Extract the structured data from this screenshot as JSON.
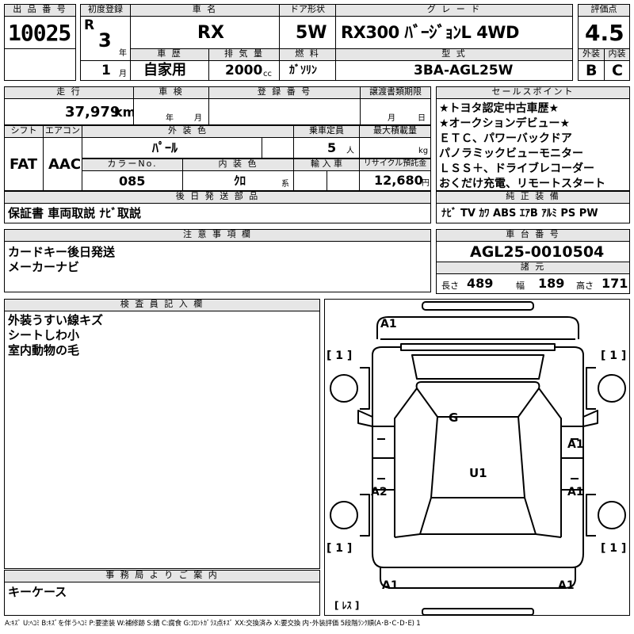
{
  "headers": {
    "lot_no": "出 品 番 号",
    "first_reg": "初度登録",
    "car_name": "車 名",
    "door": "ドア形状",
    "grade": "グ レ ー ド",
    "score": "評価点",
    "history": "車 歴",
    "displacement": "排 気 量",
    "fuel": "燃 料",
    "model": "型 式",
    "exterior": "外装",
    "interior": "内装",
    "mileage": "走 行",
    "inspection": "車 検",
    "registration_no": "登 録 番 号",
    "transfer": "譲渡書類期限",
    "sales_points": "セールスポイント",
    "shift": "シフト",
    "aircon": "エアコン",
    "ext_color": "外 装 色",
    "capacity": "乗車定員",
    "max_load": "最大積載量",
    "color_no": "カラーNo.",
    "int_color": "内 装 色",
    "import": "輸 入 車",
    "recycle": "リサイクル預託金",
    "later_parts": "後 日 発 送 部 品",
    "genuine": "純 正 装 備",
    "notes": "注 意 事 項 欄",
    "chassis": "車 台 番 号",
    "specs": "諸 元",
    "inspector": "検 査 員 記 入 欄",
    "office": "事 務 局 よ り ご 案 内"
  },
  "values": {
    "lot_no": "10025",
    "era": "R",
    "year": "3",
    "year_unit": "年",
    "month": "1",
    "month_unit": "月",
    "car_name": "RX",
    "door": "5W",
    "grade": "RX300 ﾊﾞｰｼﾞｮﾝL 4WD",
    "score": "4.5",
    "history": "自家用",
    "displacement": "2000",
    "displacement_unit": "cc",
    "fuel": "ｶﾞｿﾘﾝ",
    "model": "3BA-AGL25W",
    "exterior": "B",
    "interior": "C",
    "mileage": "37,979",
    "mileage_unit": "km",
    "inspection_year_unit": "年",
    "inspection_month_unit": "月",
    "transfer_month_unit": "月",
    "transfer_day_unit": "日",
    "shift": "FAT",
    "aircon": "AAC",
    "ext_color": "ﾊﾟｰﾙ",
    "capacity": "5",
    "capacity_unit": "人",
    "max_load_unit": "kg",
    "color_no": "085",
    "int_color": "ｸﾛ",
    "int_color_unit": "系",
    "recycle": "12,680",
    "recycle_unit": "円",
    "later_parts": "保証書 車両取説 ﾅﾋﾞ取説",
    "genuine": "ﾅﾋﾞ TV ｶﾜ ABS ｴｱB ｱﾙﾐ PS PW",
    "chassis": "AGL25-0010504",
    "length_label": "長さ",
    "length": "489",
    "width_label": "幅",
    "width": "189",
    "height_label": "高さ",
    "height": "171"
  },
  "sales_points": [
    "★トヨタ認定中古車歴★",
    "★オークションデビュー★",
    "ＥＴＣ、パワーバックドア",
    "パノラミックビューモニター",
    "ＬＳＳ＋、ドライブレコーダー",
    "おくだけ充電、リモートスタート"
  ],
  "notes": [
    "カードキー後日発送",
    "メーカーナビ"
  ],
  "inspector_notes": [
    "外装うすい線キズ",
    "シートしわ小",
    "室内動物の毛"
  ],
  "office_notes": [
    "キーケース"
  ],
  "diagram": {
    "A1_front": "A1",
    "bracket_fl": "[ 1 ]",
    "bracket_fr": "[ 1 ]",
    "G": "G",
    "A1_rdoor_front": "A1",
    "U1": "U1",
    "A2": "A2",
    "A1_rdoor_rear": "A1",
    "bracket_rl": "[ 1 ]",
    "bracket_rr": "[ 1 ]",
    "A1_rear_left": "A1",
    "A1_rear_right": "A1",
    "lens": "[ ﾚｽ ]"
  },
  "legend": "A:ｷｽﾞ U:ﾍｺﾐ B:ｷｽﾞを伴うﾍｺﾐ P:要塗装 W:補修跡 S:錆 C:腐食 G:ﾌﾛﾝﾄｶﾞﾗｽ点ｷｽﾞ XX:交換済み X:要交換 内･外装評価 5段階ﾗﾝｸ順(A･B･C･D･E) 1"
}
